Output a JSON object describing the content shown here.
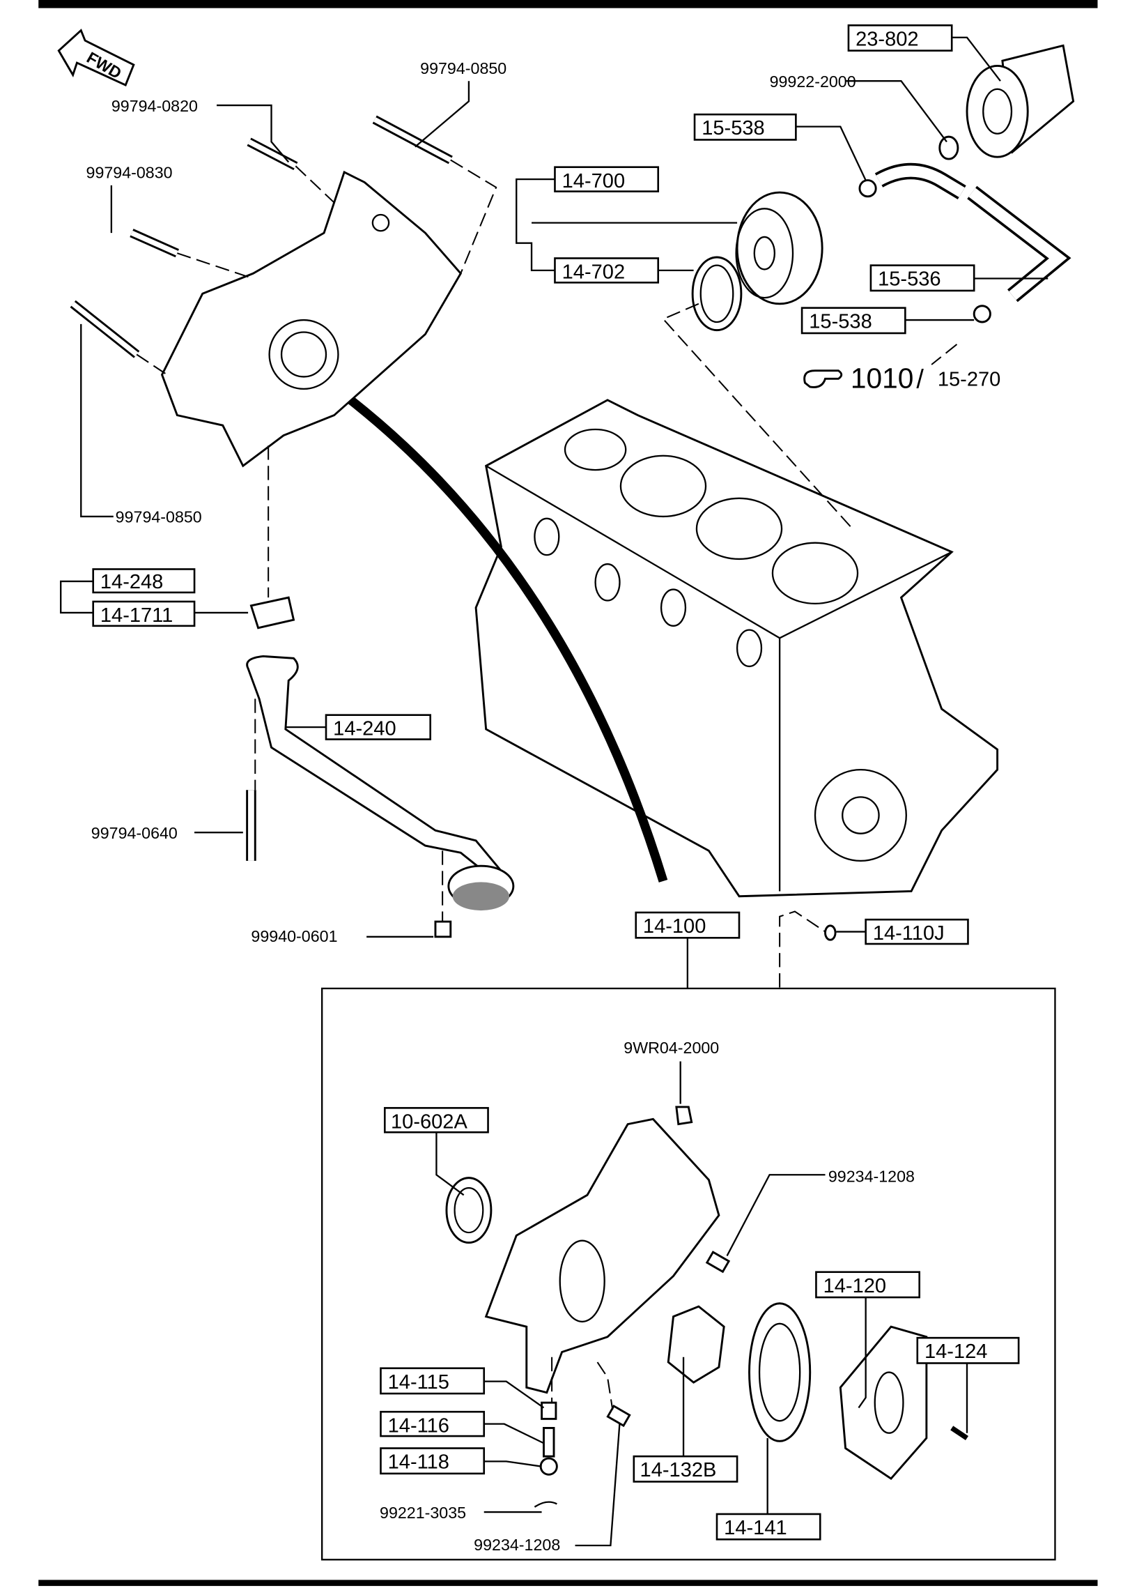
{
  "diagram": {
    "direction_marker": "FWD",
    "reference": {
      "icon": "pointing-hand-icon",
      "main": "1010",
      "sub": "15-270"
    },
    "boxed_labels": {
      "oil_filter": "23-802",
      "hose_clamp_upper": "15-538",
      "oil_cooler": "14-700",
      "oil_cooler_seal": "14-702",
      "water_hose": "15-536",
      "hose_clamp_lower": "15-538",
      "strainer_gasket_group": "14-248",
      "strainer_gasket": "14-1711",
      "oil_strainer": "14-240",
      "oil_pump": "14-100",
      "o_ring": "14-110J",
      "front_seal": "10-602A",
      "pump_cover": "14-120",
      "cover_screw": "14-124",
      "relief_plunger": "14-115",
      "relief_spring": "14-116",
      "relief_plug": "14-118",
      "inner_rotor": "14-132B",
      "outer_rotor": "14-141"
    },
    "part_numbers": {
      "bolt_top": "99794-0850",
      "bolt_0820": "99794-0820",
      "bolt_0830": "99794-0830",
      "bolt_left": "99794-0850",
      "filter_nut": "99922-2000",
      "strainer_bolt": "99794-0640",
      "strainer_nut": "99940-0601",
      "plug": "9WR04-2000",
      "dowel_upper": "99234-1208",
      "cotter_pin": "99221-3035",
      "dowel_lower": "99234-1208"
    }
  }
}
